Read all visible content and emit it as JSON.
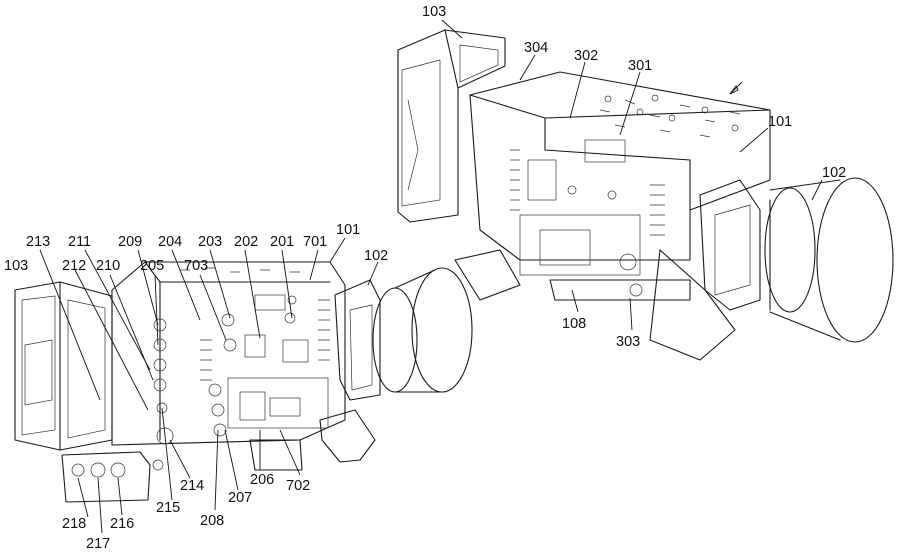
{
  "figure": {
    "camera_right_labels": [
      "103",
      "304",
      "302",
      "301",
      "101",
      "102",
      "108",
      "303"
    ],
    "camera_left_labels": [
      "213",
      "211",
      "209",
      "204",
      "203",
      "202",
      "201",
      "701",
      "101",
      "102",
      "103",
      "212",
      "210",
      "205",
      "703",
      "214",
      "215",
      "207",
      "206",
      "702",
      "208",
      "218",
      "217",
      "216"
    ],
    "direction_arrow": "arrow-icon"
  }
}
